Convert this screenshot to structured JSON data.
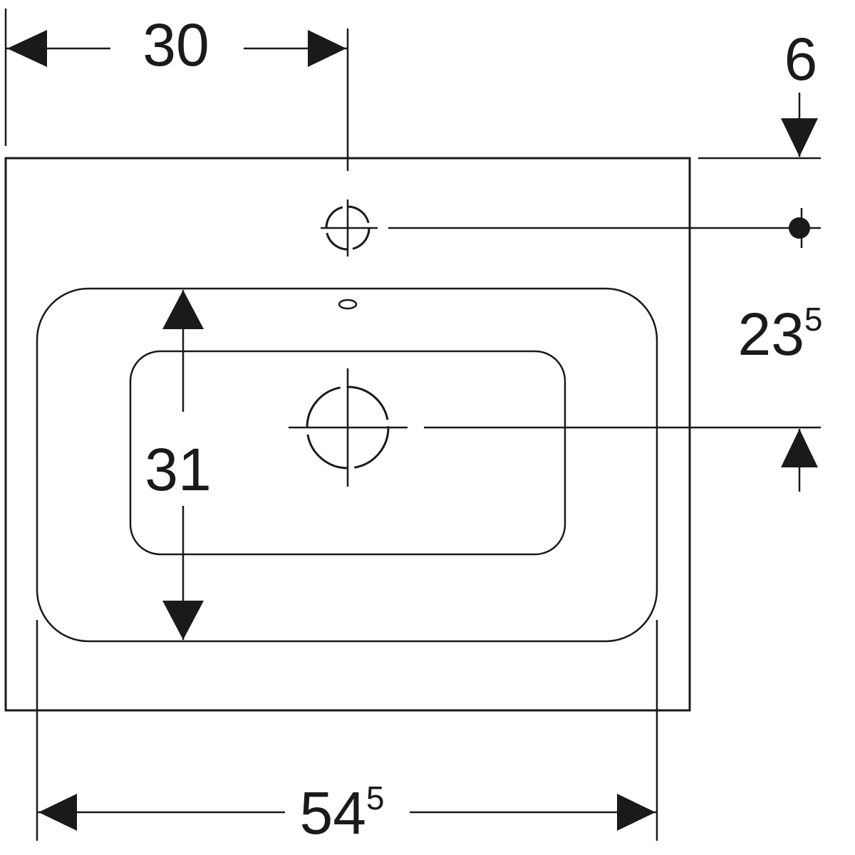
{
  "dimensions": {
    "tap_offset_left": "30",
    "tap_offset_top": "6",
    "drain_from_back": {
      "main": "23",
      "sup": "5"
    },
    "bowl_depth": "31",
    "overall_width": {
      "main": "54",
      "sup": "5"
    }
  },
  "colors": {
    "line": "#1a1a1a",
    "background": "#ffffff"
  }
}
